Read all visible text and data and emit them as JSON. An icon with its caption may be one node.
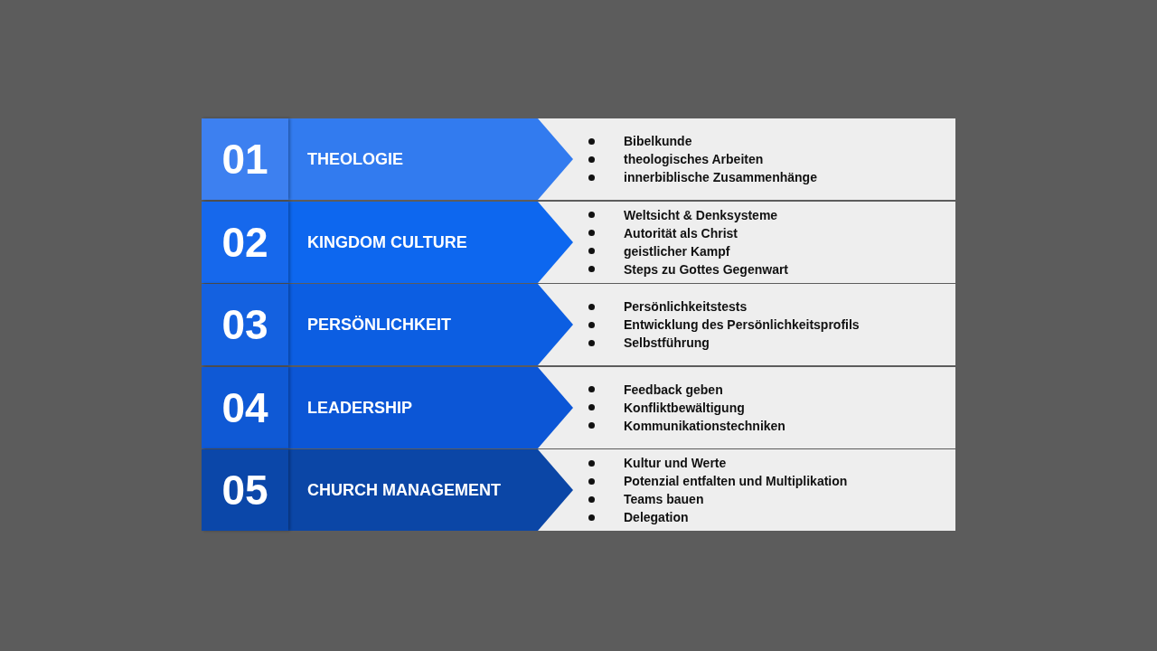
{
  "diagram": {
    "nodes": [
      {
        "text": [
          "01"
        ]
      },
      {
        "text": [
          "THEOLOGIE"
        ]
      },
      {
        "text": [
          "Bibelkunde",
          "theologisches Arbeiten",
          "innerbiblische Zusammenhänge"
        ]
      },
      {
        "text": [
          "02"
        ]
      },
      {
        "text": [
          "KINGDOM CULTURE"
        ]
      },
      {
        "text": [
          "Weltsicht & Denksysteme",
          "Autorität als Christ",
          "geistlicher Kampf",
          "Steps zu Gottes Gegenwart"
        ]
      },
      {
        "text": [
          "03"
        ]
      },
      {
        "text": [
          "PERSÖNLICHKEIT"
        ]
      },
      {
        "text": [
          "Persönlichkeitstests",
          "Entwicklung des Persönlichkeitsprofils",
          "Selbstführung"
        ]
      },
      {
        "text": [
          "04"
        ]
      },
      {
        "text": [
          "LEADERSHIP"
        ]
      },
      {
        "text": [
          "Feedback geben",
          "Konfliktbewältigung",
          "Kommunikationstechniken"
        ]
      },
      {
        "text": [
          "05"
        ]
      },
      {
        "text": [
          "CHURCH MANAGEMENT"
        ]
      },
      {
        "text": [
          "Kultur und Werte",
          "Potenzial entfalten und Multiplikation",
          "Teams bauen",
          "Delegation"
        ]
      }
    ]
  }
}
